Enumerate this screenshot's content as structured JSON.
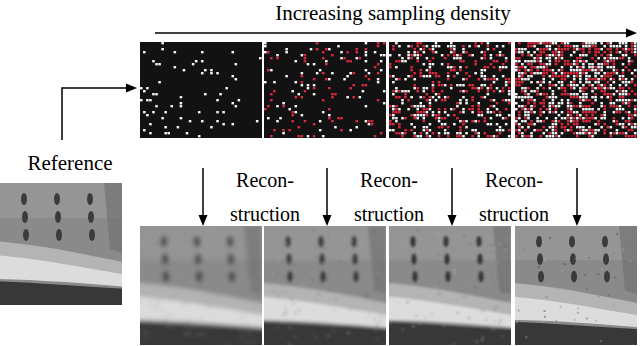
{
  "diagram": {
    "labels": [
      "Increasing sampling density",
      "Reference",
      "Recon- struction",
      "Recon- struction",
      "Recon- struction"
    ]
  }
}
